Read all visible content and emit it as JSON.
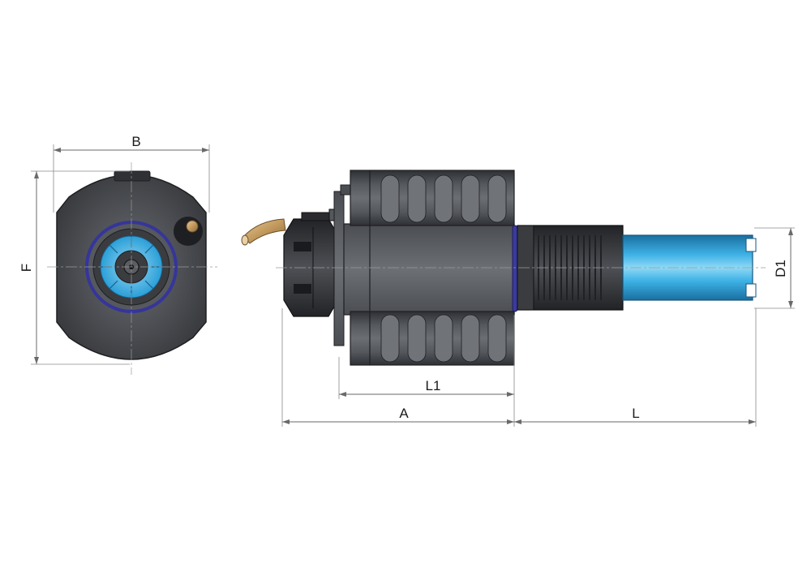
{
  "dimensions": {
    "b": "B",
    "f": "F",
    "l1": "L1",
    "a": "A",
    "l": "L",
    "d1": "D1"
  },
  "colors": {
    "body_dark": "#3b3d41",
    "body_mid": "#5a5d62",
    "body_light": "#8a8d92",
    "seal_ring": "#3a3aa0",
    "shank_blue": "#2a9fd8",
    "shank_blue_light": "#7fd0f2",
    "coolant_pipe": "#c9a36a"
  }
}
